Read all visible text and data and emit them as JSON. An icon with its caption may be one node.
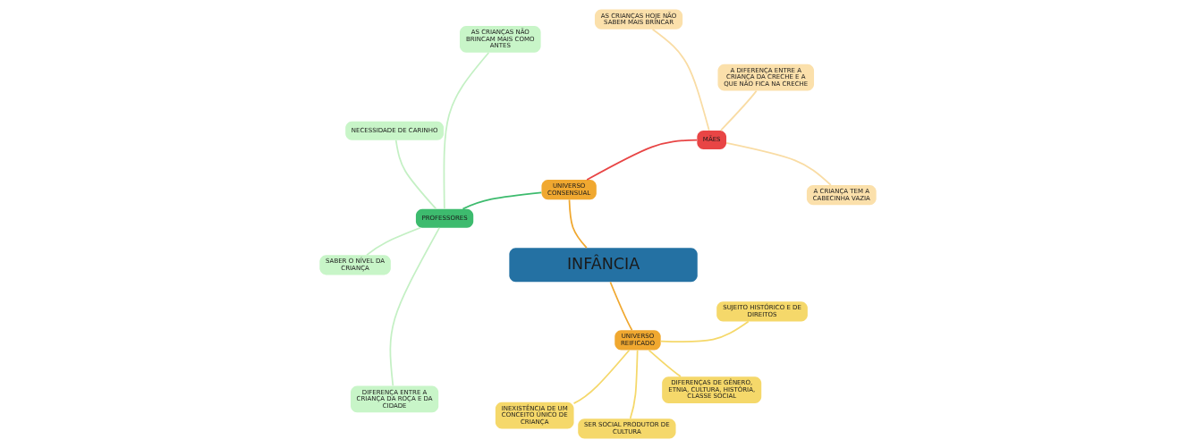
{
  "diagram": {
    "nodes": [
      {
        "text": [
          "INFÂNCIA"
        ]
      },
      {
        "text": [
          "UNIVERSO CONSENSUAL"
        ]
      },
      {
        "text": [
          "MÃES"
        ]
      },
      {
        "text": [
          "A CRIANÇA TEM A CABECINHA VAZIA"
        ]
      },
      {
        "text": [
          "A DIFERENÇA ENTRE A CRIANÇA DA CRECHE E A QUE NÃO FICA NA CRECHE"
        ]
      },
      {
        "text": [
          "AS CRIANÇAS HOJE NÃO SABEM MAIS BRINCAR"
        ]
      },
      {
        "text": [
          "PROFESSORES"
        ]
      },
      {
        "text": [
          "AS CRIANÇAS NÃO BRINCAM MAIS COMO ANTES"
        ]
      },
      {
        "text": [
          "NECESSIDADE DE CARINHO"
        ]
      },
      {
        "text": [
          "SABER O NÍVEL DA CRIANÇA"
        ]
      },
      {
        "text": [
          "DIFERENÇA ENTRE A CRIANÇA DA ROÇA E DA CIDADE"
        ]
      },
      {
        "text": [
          "UNIVERSO REIFICADO"
        ]
      },
      {
        "text": [
          "INEXISTÊNCIA DE UM CONCEITO ÚNICO DE CRIANÇA"
        ]
      },
      {
        "text": [
          "SER SOCIAL PRODUTOR DE CULTURA"
        ]
      },
      {
        "text": [
          "DIFERENÇAS DE GÊNERO, ETNIA, CULTURA, HISTÓRIA, CLASSE SOCIAL"
        ]
      },
      {
        "text": [
          "SUJEITO HISTÓRICO E DE DIREITOS"
        ]
      }
    ],
    "edges": [
      {
        "from": 0,
        "to": 1,
        "arrow": "none",
        "color": "#f0a830"
      },
      {
        "from": 1,
        "to": 2,
        "arrow": "none",
        "color": "#e84545"
      },
      {
        "from": 2,
        "to": 3,
        "arrow": "none",
        "color": "#f9dca4"
      },
      {
        "from": 2,
        "to": 4,
        "arrow": "none",
        "color": "#f9dca4"
      },
      {
        "from": 2,
        "to": 5,
        "arrow": "none",
        "color": "#f9dca4"
      },
      {
        "from": 1,
        "to": 6,
        "arrow": "none",
        "color": "#3dbb6e"
      },
      {
        "from": 6,
        "to": 7,
        "arrow": "none",
        "color": "#c4f0c4"
      },
      {
        "from": 6,
        "to": 8,
        "arrow": "none",
        "color": "#c4f0c4"
      },
      {
        "from": 6,
        "to": 9,
        "arrow": "none",
        "color": "#c4f0c4"
      },
      {
        "from": 6,
        "to": 10,
        "arrow": "none",
        "color": "#c4f0c4"
      },
      {
        "from": 0,
        "to": 11,
        "arrow": "none",
        "color": "#f0a830"
      },
      {
        "from": 11,
        "to": 12,
        "arrow": "none",
        "color": "#f5d86a"
      },
      {
        "from": 11,
        "to": 13,
        "arrow": "none",
        "color": "#f5d86a"
      },
      {
        "from": 11,
        "to": 14,
        "arrow": "none",
        "color": "#f5d86a"
      },
      {
        "from": 11,
        "to": 15,
        "arrow": "none",
        "color": "#f5d86a"
      }
    ]
  }
}
